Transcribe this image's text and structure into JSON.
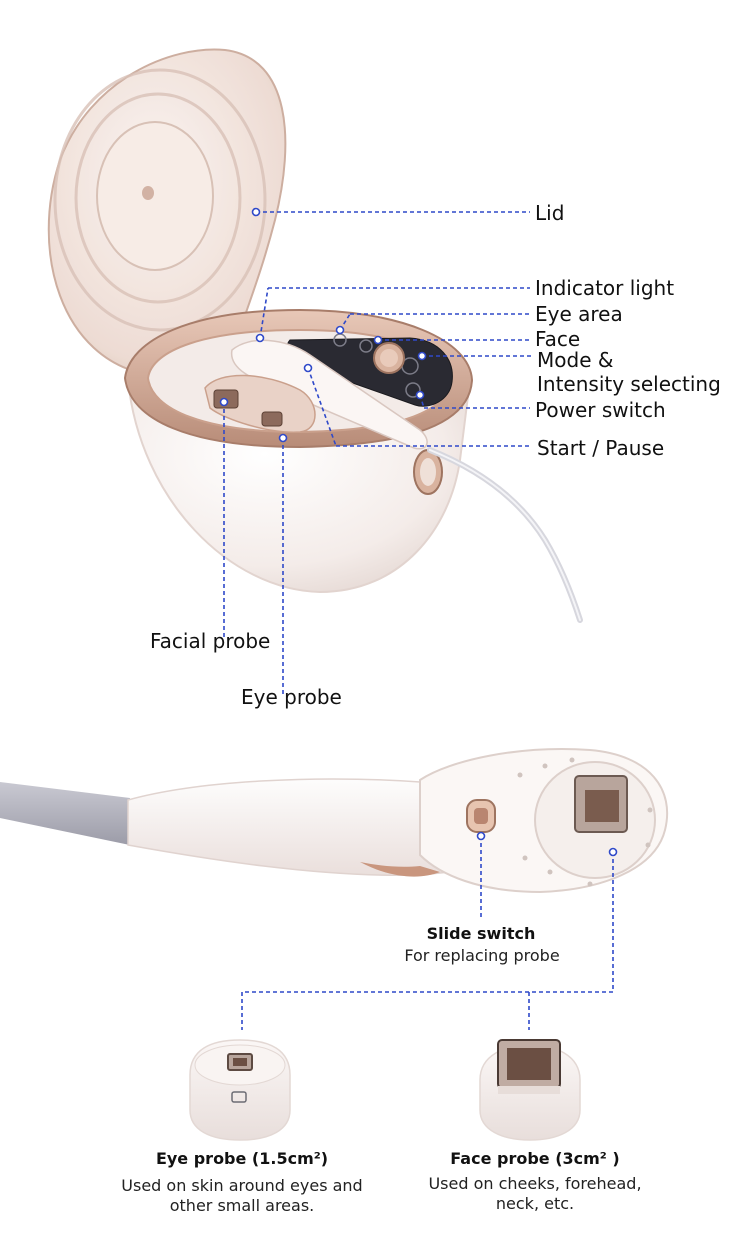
{
  "device_labels": {
    "lid": "Lid",
    "indicator_light": "Indicator light",
    "eye_area": "Eye area",
    "face": "Face",
    "mode_line1": "Mode &",
    "mode_line2": "Intensity selecting",
    "power_switch": "Power switch",
    "start_pause": "Start / Pause",
    "facial_probe": "Facial probe",
    "eye_probe": "Eye probe"
  },
  "handpiece": {
    "slide_switch_title": "Slide switch",
    "slide_switch_desc": "For replacing probe"
  },
  "probes": {
    "eye_title": "Eye probe (1.5cm²)",
    "eye_desc_line1": "Used on skin around eyes and",
    "eye_desc_line2": "other small areas.",
    "face_title": "Face probe (3cm² )",
    "face_desc_line1": "Used on cheeks, forehead,",
    "face_desc_line2": "neck, etc."
  },
  "colors": {
    "callout": "#2f49c9",
    "rose_gold": "#c99a86",
    "body_white": "#f6f1ef"
  }
}
